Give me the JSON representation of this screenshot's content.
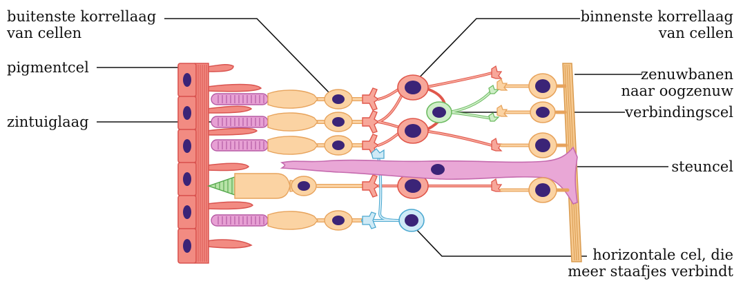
{
  "labels": {
    "buitenste": {
      "line1": "buitenste korrellaag",
      "line2": "van cellen"
    },
    "pigmentcel": "pigmentcel",
    "zintuiglaag": "zintuiglaag",
    "binnenste": {
      "line1": "binnenste korrellaag",
      "line2": "van cellen"
    },
    "zenuwbanen": {
      "line1": "zenuwbanen",
      "line2": "naar oogzenuw"
    },
    "verbindingscel": "verbindingscel",
    "steuncel": "steuncel",
    "horizontale": {
      "line1": "horizontale cel, die",
      "line2": "meer staafjes verbindt"
    }
  },
  "colors": {
    "pigment_fill": "#f28b82",
    "pigment_stroke": "#d9534f",
    "rod_fill": "#e7a0d4",
    "rod_stroke": "#b55aa4",
    "cell_fill": "#fbd3a3",
    "cell_stroke": "#e7a35c",
    "bipolar_fill": "#f7a79a",
    "bipolar_stroke": "#e0574b",
    "amacrine_fill": "#cfeec8",
    "amacrine_stroke": "#6dbb62",
    "horizontal_fill": "#cfeaf6",
    "horizontal_stroke": "#4aa8d0",
    "glia_fill": "#e9a7d6",
    "glia_stroke": "#c56aae",
    "cone_fill": "#b8e3a8",
    "cone_stroke": "#52a64a",
    "nucleus": "#3b2477",
    "fiber_fill": "#f6c990",
    "fiber_stroke": "#d99a4e"
  }
}
